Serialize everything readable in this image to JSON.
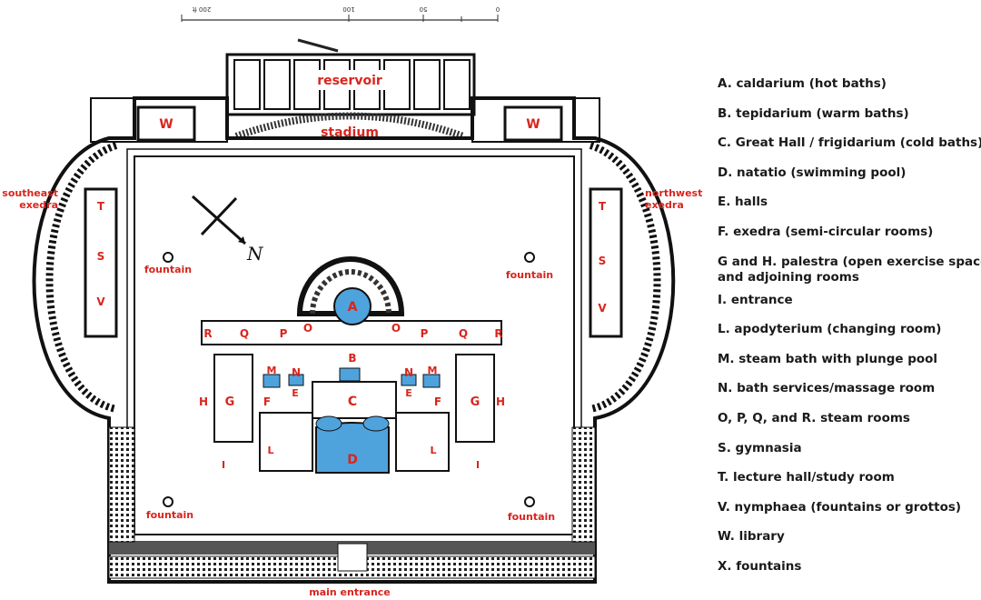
{
  "scale": {
    "ticks": [
      "200 ft",
      "100",
      "50",
      "0"
    ]
  },
  "compass": {
    "label": "N"
  },
  "plan_labels": {
    "reservoir": "reservoir",
    "stadium": "stadium",
    "library": "W",
    "southeast_exedra": "southeast\nexedra",
    "northwest_exedra": "northwest\nexedra",
    "fountain": "fountain",
    "main_entrance": "main entrance",
    "exedra_rooms": [
      "T",
      "S",
      "V"
    ],
    "steam_rooms": [
      "R",
      "Q",
      "P",
      "O"
    ],
    "A": "A",
    "B": "B",
    "C": "C",
    "D": "D",
    "E": "E",
    "F": "F",
    "G": "G",
    "H": "H",
    "I": "I",
    "L": "L",
    "M": "M",
    "N": "N"
  },
  "legend": [
    "A. caldarium (hot baths)",
    "B. tepidarium (warm baths)",
    "C. Great Hall / frigidarium (cold baths)",
    "D. natatio (swimming pool)",
    "E. halls",
    "F. exedra (semi-circular rooms)",
    "G and H. palestra (open exercise spaces)\nand adjoining rooms",
    "I. entrance",
    "L. apodyterium (changing room)",
    "M. steam bath with plunge pool",
    "N. bath services/massage room",
    "O, P, Q, and R. steam rooms",
    "S. gymnasia",
    "T. lecture hall/study room",
    "V. nymphaea (fountains or grottos)",
    "W. library",
    "X. fountains"
  ],
  "colors": {
    "label_red": "#d9251d",
    "pool_blue": "#4fa3dc",
    "ink": "#1a1a1a"
  }
}
